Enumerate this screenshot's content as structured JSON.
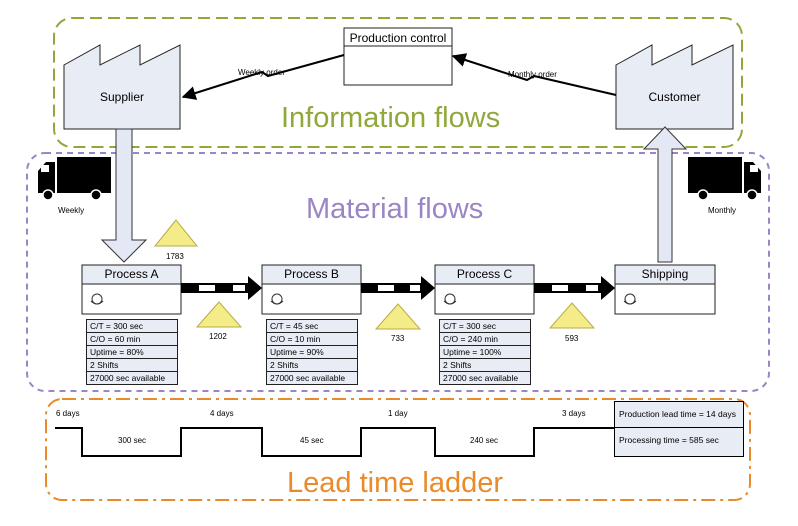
{
  "regions": {
    "information": "Information flows",
    "material": "Material flows",
    "lead_time": "Lead time ladder"
  },
  "colors": {
    "information": "#8fa83a",
    "material": "#9a86c4",
    "lead_time": "#ea8a2a",
    "box_fill": "#e8ecf4"
  },
  "nodes": {
    "production_control": "Production control",
    "supplier": "Supplier",
    "customer": "Customer"
  },
  "orders": {
    "supplier": "Weekly order",
    "customer": "Monthly order"
  },
  "trucks": {
    "left": "Weekly",
    "right": "Monthly"
  },
  "processes": [
    {
      "name": "Process A",
      "data": [
        "C/T = 300 sec",
        "C/O = 60 min",
        "Uptime = 80%",
        "2 Shifts",
        "27000 sec available"
      ]
    },
    {
      "name": "Process B",
      "data": [
        "C/T = 45 sec",
        "C/O = 10 min",
        "Uptime = 90%",
        "2 Shifts",
        "27000 sec available"
      ]
    },
    {
      "name": "Process C",
      "data": [
        "C/T = 300 sec",
        "C/O = 240 min",
        "Uptime = 100%",
        "2 Shifts",
        "27000 sec available"
      ]
    }
  ],
  "shipping": "Shipping",
  "inventory": [
    "1783",
    "1202",
    "733",
    "593"
  ],
  "ladder": {
    "days": [
      "6 days",
      "4 days",
      "1 day",
      "3 days"
    ],
    "times": [
      "300 sec",
      "45 sec",
      "240 sec"
    ],
    "production_lead_time": "Production lead time = 14 days",
    "processing_time": "Processing time = 585 sec"
  }
}
